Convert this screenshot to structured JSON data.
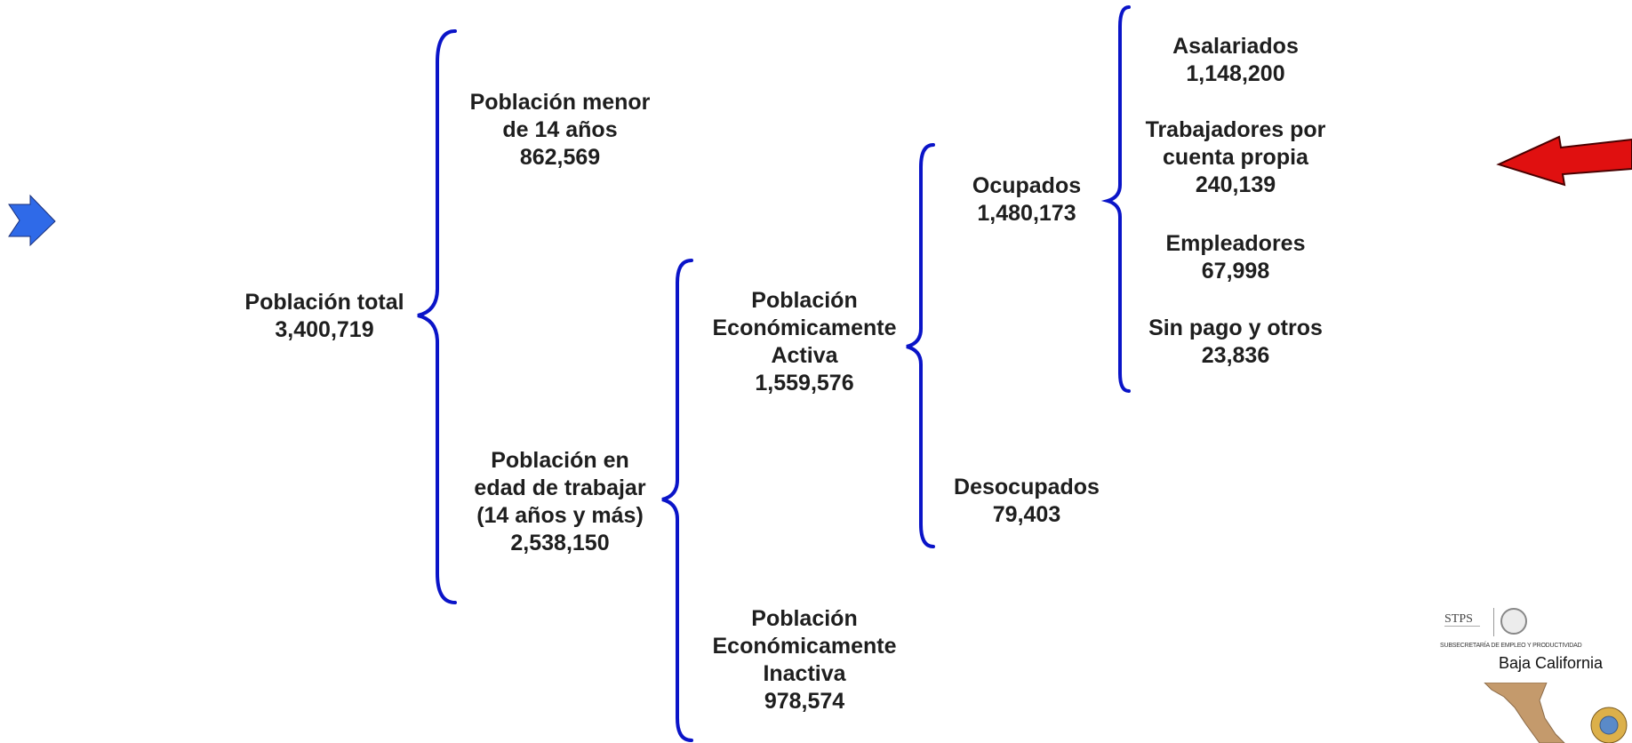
{
  "diagram": {
    "root": {
      "lines": [
        "Población total",
        "3,400,719"
      ]
    },
    "menor14": {
      "lines": [
        "Población menor",
        "de 14 años",
        "862,569"
      ]
    },
    "edad_trabajar": {
      "lines": [
        "Población en",
        "edad de trabajar",
        "(14 años y más)",
        "2,538,150"
      ]
    },
    "pea": {
      "lines": [
        "Población",
        "Económicamente",
        "Activa",
        "1,559,576"
      ]
    },
    "pei": {
      "lines": [
        "Población",
        "Económicamente",
        "Inactiva",
        "978,574"
      ]
    },
    "ocupados": {
      "lines": [
        "Ocupados",
        "1,480,173"
      ]
    },
    "desocupados": {
      "lines": [
        "Desocupados",
        "79,403"
      ]
    },
    "asalariados": {
      "lines": [
        "Asalariados",
        "1,148,200"
      ]
    },
    "cuenta_propia": {
      "lines": [
        "Trabajadores por",
        "cuenta propia",
        "240,139"
      ]
    },
    "empleadores": {
      "lines": [
        "Empleadores",
        "67,998"
      ]
    },
    "sin_pago": {
      "lines": [
        "Sin pago y otros",
        "23,836"
      ]
    }
  },
  "logo": {
    "agency": "STPS",
    "subsecretaria": "SUBSECRETARÍA DE EMPLEO Y PRODUCTIVIDAD",
    "region": "Baja California"
  },
  "colors": {
    "brace": "#0a14c8",
    "text": "#1e1e1e",
    "blue_arrow": "#2f6ae8",
    "red_arrow": "#e01010",
    "map_fill": "#c49a6c"
  },
  "icons": {
    "left_arrow": "right-pointing-arrow-icon",
    "right_arrow": "left-pointing-arrow-icon"
  }
}
